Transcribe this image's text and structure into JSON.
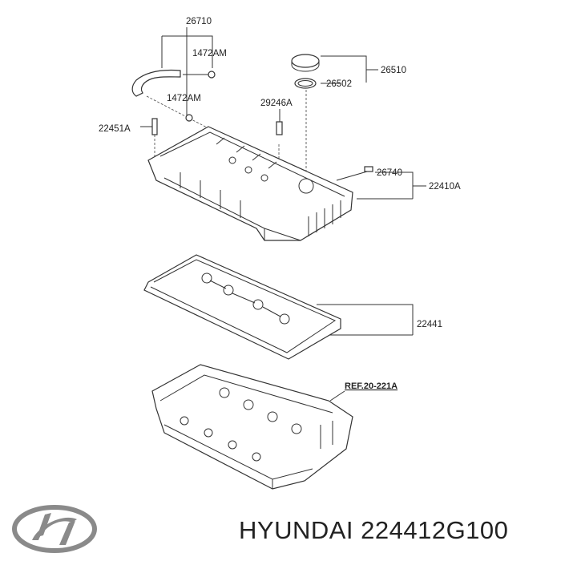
{
  "diagram": {
    "labels": {
      "hose": "26710",
      "clamp_upper": "1472AM",
      "clamp_lower": "1472AM",
      "bolt_left": "22451A",
      "bolt_center": "29246A",
      "oil_cap_assy": "26510",
      "cap_gasket": "26502",
      "pcv_valve": "26740",
      "cover_assy": "22410A",
      "cover_gasket": "22441",
      "head_ref": "REF.20-221A"
    },
    "colors": {
      "line": "#333333",
      "background": "#ffffff"
    }
  },
  "footer": {
    "brand_logo": "Hyundai",
    "caption": "HYUNDAI 224412G100"
  }
}
